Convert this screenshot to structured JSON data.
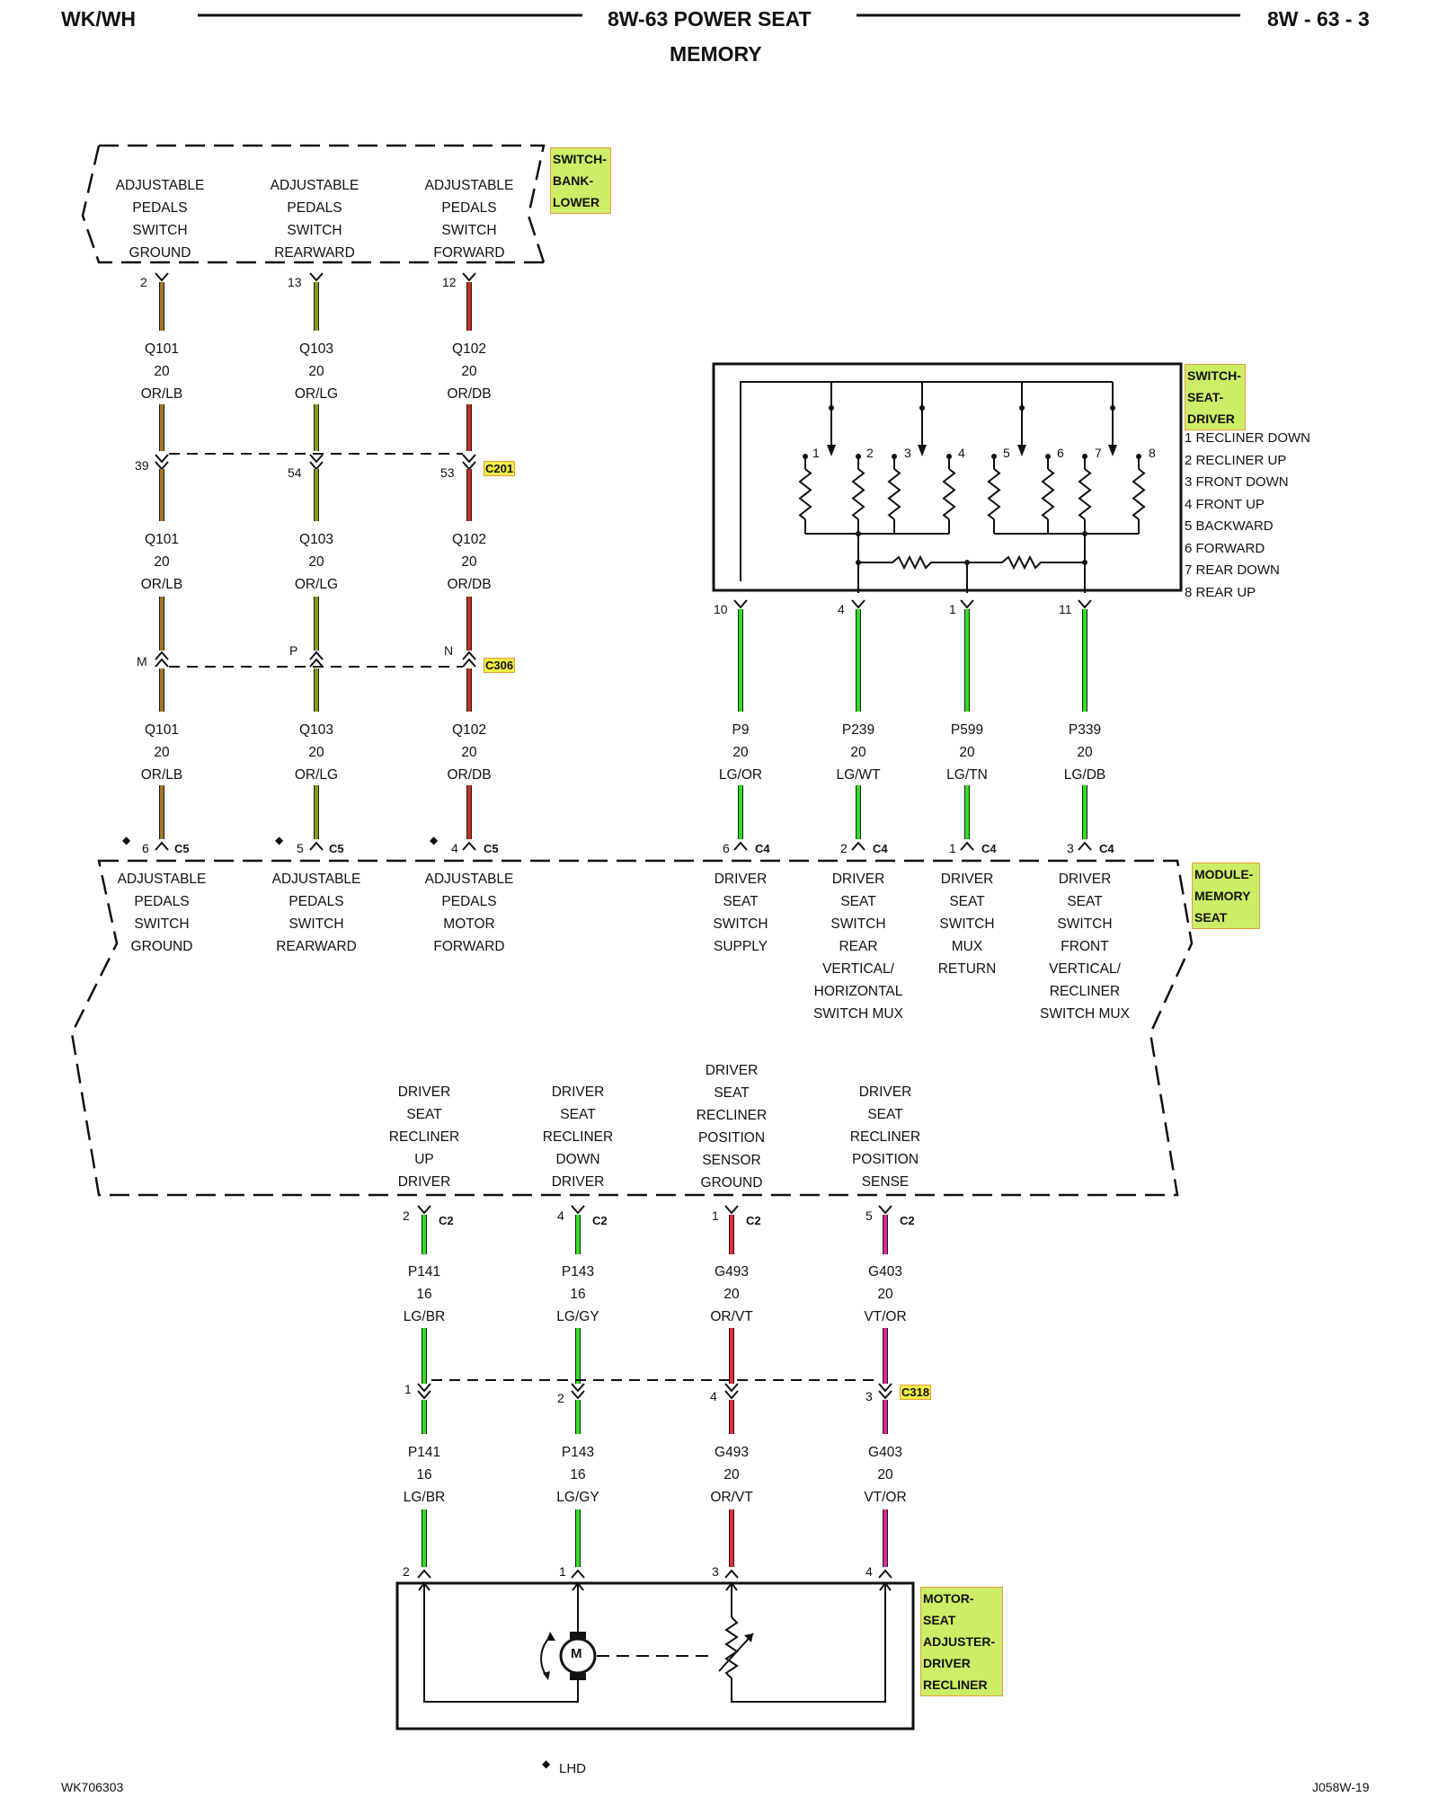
{
  "header": {
    "left": "WK/WH",
    "title_line1": "8W-63 POWER SEAT",
    "title_line2": "MEMORY",
    "right": "8W - 63 - 3"
  },
  "footer": {
    "left": "WK706303",
    "right": "J058W-19",
    "note": "LHD"
  },
  "components": {
    "switch_bank_lower": "SWITCH-\nBANK-\nLOWER",
    "switch_seat_driver": "SWITCH-\nSEAT-\nDRIVER",
    "module_memory_seat": "MODULE-\nMEMORY\nSEAT",
    "motor_recliner": "MOTOR-\nSEAT\nADJUSTER-\nDRIVER\nRECLINER",
    "motor_symbol": "M"
  },
  "switch_bank_labels": [
    "ADJUSTABLE\nPEDALS\nSWITCH\nGROUND",
    "ADJUSTABLE\nPEDALS\nSWITCH\nREARWARD",
    "ADJUSTABLE\nPEDALS\nSWITCH\nFORWARD"
  ],
  "switch_seat_legend": [
    "1 RECLINER DOWN",
    "2 RECLINER UP",
    "3 FRONT DOWN",
    "4 FRONT UP",
    "5 BACKWARD",
    "6 FORWARD",
    "7 REAR DOWN",
    "8 REAR UP"
  ],
  "switch_seat_pin_numbers": [
    "1",
    "2",
    "3",
    "4",
    "5",
    "6",
    "7",
    "8"
  ],
  "left_circuits": [
    {
      "top_pin": "2",
      "wire": "Q101",
      "gauge": "20",
      "color": "OR/LB",
      "c201_pin": "39",
      "c306_pin": "M",
      "c5_pin": "6"
    },
    {
      "top_pin": "13",
      "wire": "Q103",
      "gauge": "20",
      "color": "OR/LG",
      "c201_pin": "54",
      "c306_pin": "P",
      "c5_pin": "5"
    },
    {
      "top_pin": "12",
      "wire": "Q102",
      "gauge": "20",
      "color": "OR/DB",
      "c201_pin": "53",
      "c306_pin": "N",
      "c5_pin": "4"
    }
  ],
  "connectors": {
    "c201": "C201",
    "c306": "C306",
    "c5": "C5",
    "c4": "C4",
    "c2": "C2",
    "c318": "C318"
  },
  "switch_seat_circuits": [
    {
      "top_pin": "10",
      "wire": "P9",
      "gauge": "20",
      "color": "LG/OR",
      "c4_pin": "6"
    },
    {
      "top_pin": "4",
      "wire": "P239",
      "gauge": "20",
      "color": "LG/WT",
      "c4_pin": "2"
    },
    {
      "top_pin": "1",
      "wire": "P599",
      "gauge": "20",
      "color": "LG/TN",
      "c4_pin": "1"
    },
    {
      "top_pin": "11",
      "wire": "P339",
      "gauge": "20",
      "color": "LG/DB",
      "c4_pin": "3"
    }
  ],
  "module_top_labels": [
    "ADJUSTABLE\nPEDALS\nSWITCH\nGROUND",
    "ADJUSTABLE\nPEDALS\nSWITCH\nREARWARD",
    "ADJUSTABLE\nPEDALS\nMOTOR\nFORWARD",
    "DRIVER\nSEAT\nSWITCH\nSUPPLY",
    "DRIVER\nSEAT\nSWITCH\nREAR\nVERTICAL/\nHORIZONTAL\nSWITCH MUX",
    "DRIVER\nSEAT\nSWITCH\nMUX\nRETURN",
    "DRIVER\nSEAT\nSWITCH\nFRONT\nVERTICAL/\nRECLINER\nSWITCH MUX"
  ],
  "module_bottom_labels": [
    "DRIVER\nSEAT\nRECLINER\nUP\nDRIVER",
    "DRIVER\nSEAT\nRECLINER\nDOWN\nDRIVER",
    "DRIVER\nSEAT\nRECLINER\nPOSITION\nSENSOR\nGROUND",
    "DRIVER\nSEAT\nRECLINER\nPOSITION\nSENSE"
  ],
  "recliner_circuits": [
    {
      "c2_pin": "2",
      "wire": "P141",
      "gauge": "16",
      "color": "LG/BR",
      "c318_pin": "1",
      "motor_pin": "2"
    },
    {
      "c2_pin": "4",
      "wire": "P143",
      "gauge": "16",
      "color": "LG/GY",
      "c318_pin": "2",
      "motor_pin": "1"
    },
    {
      "c2_pin": "1",
      "wire": "G493",
      "gauge": "20",
      "color": "OR/VT",
      "c318_pin": "4",
      "motor_pin": "3"
    },
    {
      "c2_pin": "5",
      "wire": "G403",
      "gauge": "20",
      "color": "VT/OR",
      "c318_pin": "3",
      "motor_pin": "4"
    }
  ],
  "wire_colors": {
    "OR/LB": "#a0762a",
    "OR/LG": "#8a9a20",
    "OR/DB": "#c8301c",
    "LG": "#33dd22",
    "OR/VT": "#e82838",
    "VT/OR": "#e0288a"
  }
}
